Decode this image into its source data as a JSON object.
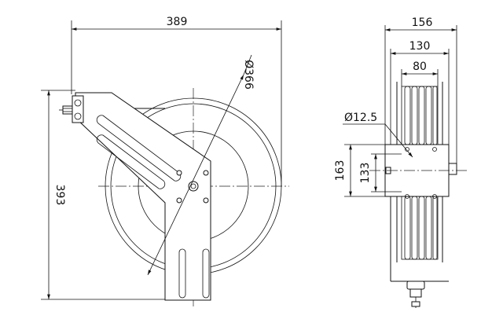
{
  "dimensions": {
    "front_width": "389",
    "front_diameter": "Ø366",
    "front_height": "393",
    "side_depth": "156",
    "side_width_130": "130",
    "side_width_80": "80",
    "hole_diameter": "Ø12.5",
    "side_height_163": "163",
    "side_height_133": "133"
  }
}
